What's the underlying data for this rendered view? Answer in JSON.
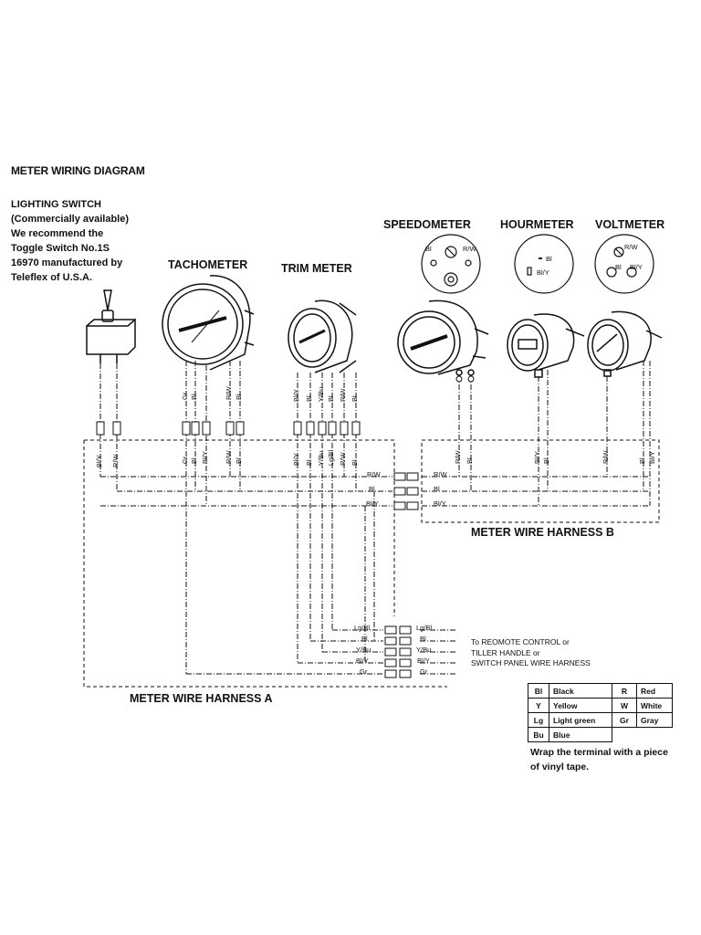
{
  "title": "METER WIRING DIAGRAM",
  "lighting_switch": {
    "lines": [
      "LIGHTING SWITCH",
      "(Commercially available)",
      "We recommend the",
      "Toggle Switch No.1S",
      "16970 manufactured by",
      "Teleflex of U.S.A."
    ],
    "wire_labels": [
      "Bl/Y",
      "R/W"
    ]
  },
  "meters": {
    "tachometer": {
      "label": "TACHOMETER",
      "wires_top": [
        "Gr",
        "Bl",
        "R/W",
        "Bl"
      ],
      "wires_bottom": [
        "Gr",
        "Bl",
        "Bl/Y",
        "R/W",
        "Bl"
      ]
    },
    "trim_meter": {
      "label": "TRIM METER",
      "wires_top": [
        "Bl/Y",
        "Bl",
        "Y/Bu",
        "Bl",
        "R/W",
        "Bl"
      ],
      "wires_bottom": [
        "Bl/Y",
        "Bl",
        "Y/Bu",
        "Lg/Bl",
        "R/W",
        "Bl"
      ]
    },
    "speedometer": {
      "label": "SPEEDOMETER",
      "terminals": [
        "Bl",
        "R/W"
      ],
      "wires_bottom": [
        "R/W",
        "Bl"
      ]
    },
    "hourmeter": {
      "label": "HOURMETER",
      "terminals": [
        "Bl",
        "Bl/Y"
      ],
      "wires_bottom": [
        "Bl/Y",
        "Bl"
      ]
    },
    "voltmeter": {
      "label": "VOLTMETER",
      "terminals": [
        "R/W",
        "Bl",
        "Bl/Y"
      ],
      "wires_bottom": [
        "R/W",
        "Bl",
        "Bl/Y"
      ]
    }
  },
  "harness_b": {
    "label": "METER WIRE HARNESS B",
    "connectors": [
      {
        "left": "R/W",
        "right": "R/W"
      },
      {
        "left": "Bl",
        "right": "Bl"
      },
      {
        "left": "Bl/Y",
        "right": "Bl/Y"
      }
    ]
  },
  "harness_a": {
    "label": "METER WIRE HARNESS A",
    "connectors": [
      {
        "left": "Lg/Bl",
        "right": "Lg/Bl"
      },
      {
        "left": "Bl",
        "right": "Bl"
      },
      {
        "left": "Y/Bu",
        "right": "Y/Bu"
      },
      {
        "left": "Bl/Y",
        "right": "Bl/Y"
      },
      {
        "left": "Gr",
        "right": "Gr"
      }
    ],
    "destination": [
      "To REOMOTE CONTROL or",
      "TILLER HANDLE or",
      "SWITCH PANEL WIRE HARNESS"
    ]
  },
  "legend": [
    {
      "code": "Bl",
      "name": "Black",
      "code2": "R",
      "name2": "Red"
    },
    {
      "code": "Y",
      "name": "Yellow",
      "code2": "W",
      "name2": "White"
    },
    {
      "code": "Lg",
      "name": "Light green",
      "code2": "Gr",
      "name2": "Gray"
    },
    {
      "code": "Bu",
      "name": "Blue",
      "code2": "",
      "name2": ""
    }
  ],
  "note": [
    "Wrap the terminal with a piece",
    "of vinyl tape."
  ]
}
